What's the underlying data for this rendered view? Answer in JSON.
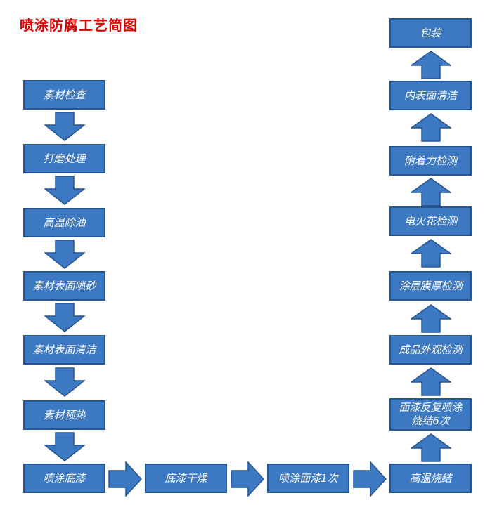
{
  "title": "喷涂防腐工艺简图",
  "colors": {
    "title": "#e00000",
    "box_fill": "#3d78c3",
    "box_border": "#27558f",
    "arrow_fill": "#3d78c3",
    "text": "#ffffff"
  },
  "steps": {
    "s1": "素材检查",
    "s2": "打磨处理",
    "s3": "高温除油",
    "s4": "素材表面喷砂",
    "s5": "素材表面清洁",
    "s6": "素材预热",
    "s7": "喷涂底漆",
    "s8": "底漆干燥",
    "s9": "喷涂面漆1次",
    "s10": "高温烧结",
    "s11_line1": "面漆反复喷涂",
    "s11_line2": "烧结6次",
    "s12": "成品外观检测",
    "s13": "涂层膜厚检测",
    "s14": "电火花检测",
    "s15": "附着力检测",
    "s16": "内表面清洁",
    "s17": "包装"
  }
}
